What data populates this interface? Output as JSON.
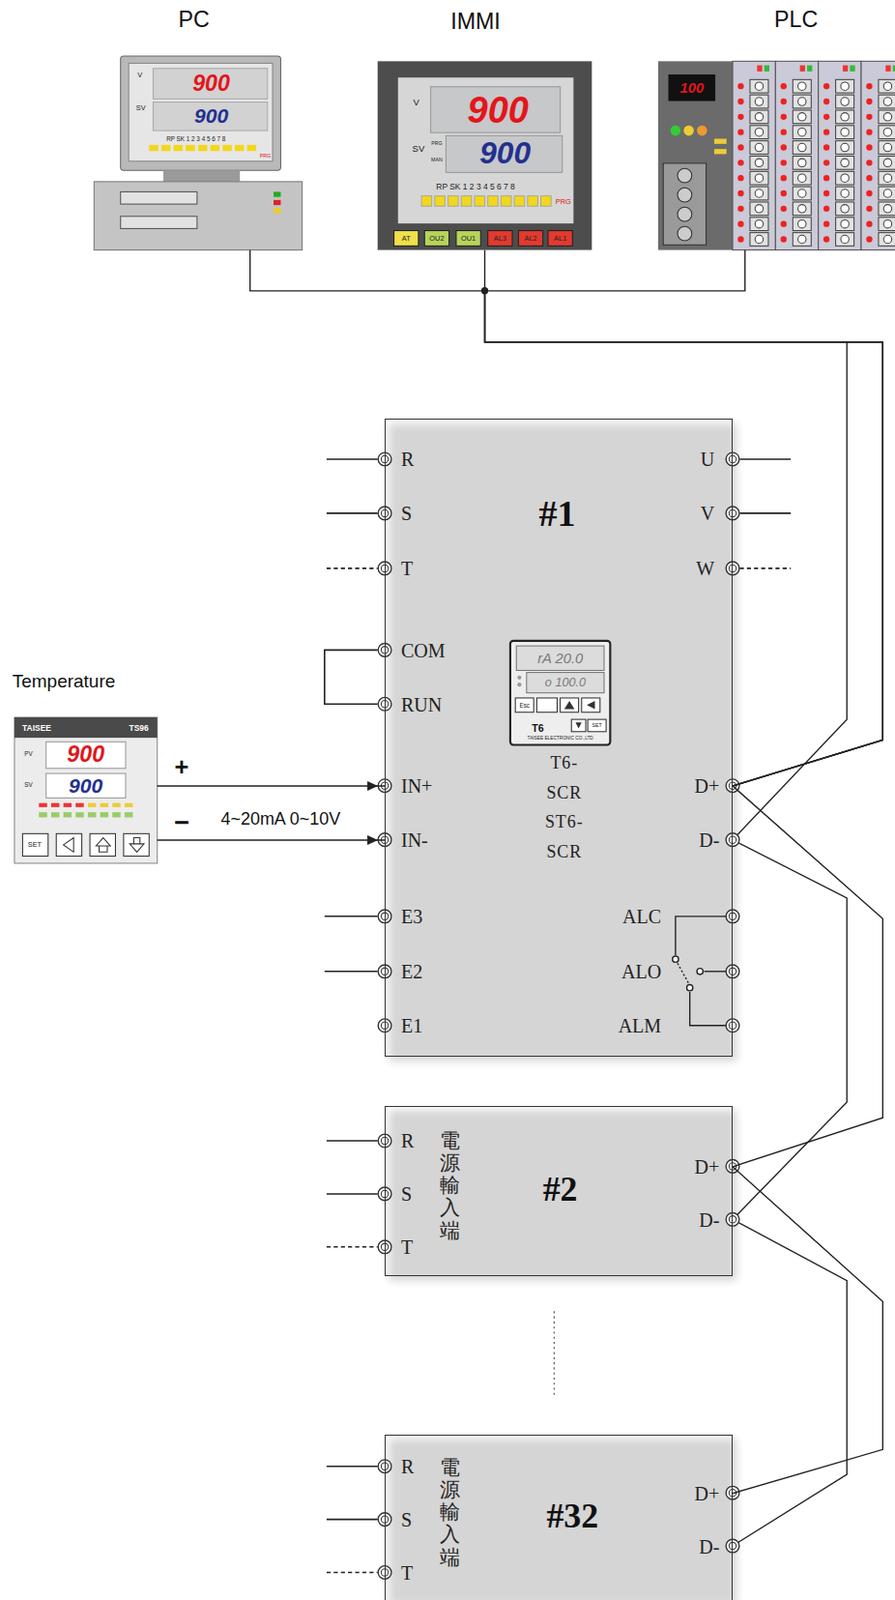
{
  "diagram": {
    "nodes": [
      {
        "text": [
          "PC"
        ]
      },
      {
        "text": [
          "IMMI"
        ]
      },
      {
        "text": [
          "PLC"
        ]
      },
      {
        "text": [
          "#1",
          "T6-SCR ST6-SCR"
        ]
      },
      {
        "text": [
          "Temperature"
        ]
      },
      {
        "text": [
          "#2",
          "電源輸入端"
        ]
      },
      {
        "text": [
          "#32",
          "電源輸入端"
        ]
      }
    ],
    "edges": [
      {
        "from": 0,
        "to": 3,
        "arrow": "none"
      },
      {
        "from": 1,
        "to": 3,
        "arrow": "none"
      },
      {
        "from": 2,
        "to": 3,
        "arrow": "none"
      },
      {
        "from": 4,
        "to": 3,
        "arrow": "to"
      },
      {
        "from": 4,
        "to": 3,
        "arrow": "to",
        "label": "4~20mA 0~10V"
      },
      {
        "from": 3,
        "to": 5,
        "arrow": "none"
      },
      {
        "from": 5,
        "to": 6,
        "arrow": "none"
      }
    ],
    "labels": [
      "V",
      "900",
      "SV",
      "900",
      "RP SK 1 2 3 4 5 6 7 8",
      "PRG",
      "V",
      "900",
      "SV",
      "PRG",
      "MAN",
      "900",
      "RP SK 1 2 3 4 5 6 7 8",
      "PRG",
      "AT",
      "OU2",
      "OU1",
      "AL3",
      "AL2",
      "AL1",
      "100",
      "R",
      "S",
      "T",
      "COM",
      "RUN",
      "IN+",
      "IN-",
      "E3",
      "E2",
      "E1",
      "U",
      "V",
      "W",
      "D+",
      "D-",
      "ALC",
      "ALO",
      "ALM",
      "rA 20.0",
      "o 100.0",
      "Esc",
      "T6",
      "SET",
      "TAISEE ELECTRONIC CO.,LTD",
      "TAISEE",
      "TS96",
      "PV",
      "900",
      "SV",
      "900",
      "SET",
      "+",
      "−",
      "R",
      "S",
      "T",
      "D+",
      "D-",
      "R",
      "S",
      "T",
      "D+",
      "D-"
    ]
  }
}
